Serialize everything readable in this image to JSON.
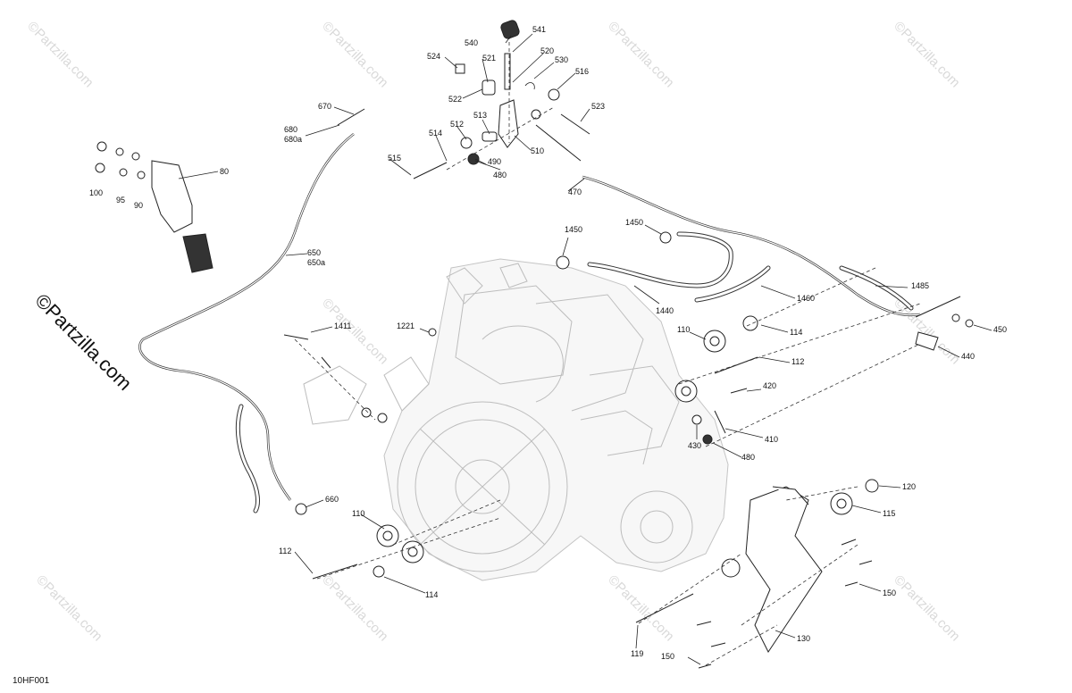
{
  "diagram": {
    "figure_code": "10HF001",
    "watermark": "©Partzilla.com",
    "callouts": {
      "c540": "540",
      "c541": "541",
      "c524": "524",
      "c521": "521",
      "c520": "520",
      "c530": "530",
      "c516": "516",
      "c522": "522",
      "c523": "523",
      "c513": "513",
      "c512": "512",
      "c514": "514",
      "c510": "510",
      "c490": "490",
      "c480a": "480",
      "c515": "515",
      "c470": "470",
      "c670": "670",
      "c680": "680",
      "c680a": "680a",
      "c80": "80",
      "c100": "100",
      "c95": "95",
      "c90": "90",
      "c650": "650",
      "c650a": "650a",
      "c1450a": "1450",
      "c1450b": "1450",
      "c1460": "1460",
      "c1440": "1440",
      "c1485": "1485",
      "c450": "450",
      "c440": "440",
      "c1221": "1221",
      "c1411": "1411",
      "c110a": "110",
      "c114a": "114",
      "c112a": "112",
      "c420": "420",
      "c410": "410",
      "c430": "430",
      "c480b": "480",
      "c660": "660",
      "c110b": "110",
      "c112b": "112",
      "c114b": "114",
      "c120": "120",
      "c115": "115",
      "c150a": "150",
      "c130": "130",
      "c119": "119",
      "c150b": "150"
    }
  }
}
